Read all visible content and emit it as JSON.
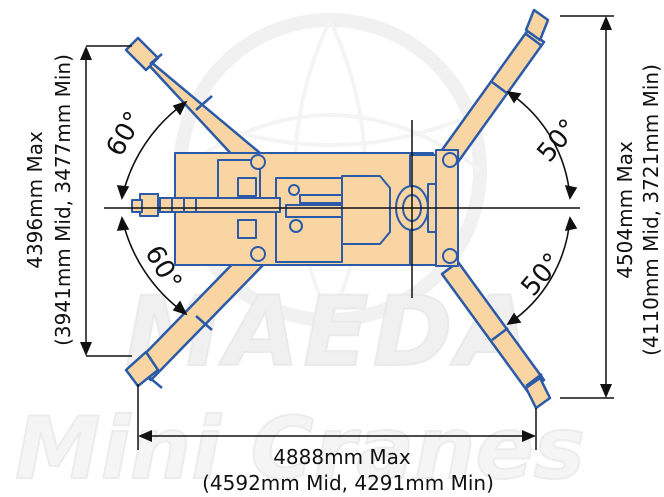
{
  "dimensions": {
    "left_height": {
      "max": "4396mm Max",
      "detail": "(3941mm Mid, 3477mm Min)"
    },
    "right_height": {
      "max": "4504mm Max",
      "detail": "(4110mm Mid, 3721mm Min)"
    },
    "bottom_width": {
      "max": "4888mm Max",
      "detail": "(4592mm Mid, 4291mm Min)"
    }
  },
  "angles": {
    "left_upper": "60°",
    "left_lower": "60°",
    "right_upper": "50°",
    "right_lower": "50°"
  },
  "watermark": {
    "brand_line1": "MAEDA",
    "brand_line2": "Mini Cranes"
  },
  "colors": {
    "outline": "#2a5aa8",
    "fill": "#f9d5a4",
    "dimension_line": "#111111",
    "watermark": "#e8e8e8"
  }
}
